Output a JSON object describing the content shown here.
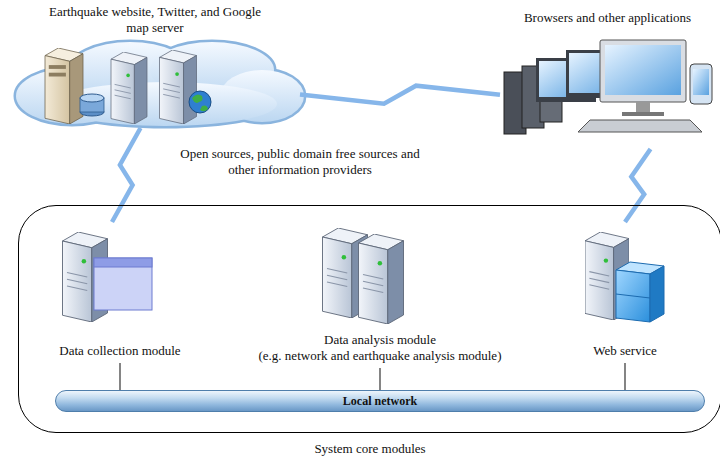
{
  "diagram": {
    "nodes": [
      {
        "text": [
          "Earthquake website, Twitter, and Google map server"
        ]
      },
      {
        "text": [
          "Browsers and other applications"
        ]
      },
      {
        "text": [
          "System core modules"
        ]
      },
      {
        "text": [
          "Data collection module"
        ],
        "in": 2
      },
      {
        "text": [
          "Data analysis module",
          "(e.g. network and earthquake analysis module)"
        ],
        "in": 2
      },
      {
        "text": [
          "Web service"
        ],
        "in": 2
      },
      {
        "text": [
          "Local network"
        ],
        "in": 2
      }
    ],
    "edges": [
      {
        "from": 0,
        "to": 1,
        "arrow": "none"
      },
      {
        "from": 0,
        "to": 3,
        "arrow": "none"
      },
      {
        "from": 1,
        "to": 5,
        "arrow": "none"
      },
      {
        "from": 3,
        "to": 6,
        "arrow": "none"
      },
      {
        "from": 4,
        "to": 6,
        "arrow": "none"
      },
      {
        "from": 5,
        "to": 6,
        "arrow": "none"
      }
    ],
    "labels": [
      "Open sources, public domain free sources and other information providers"
    ]
  }
}
